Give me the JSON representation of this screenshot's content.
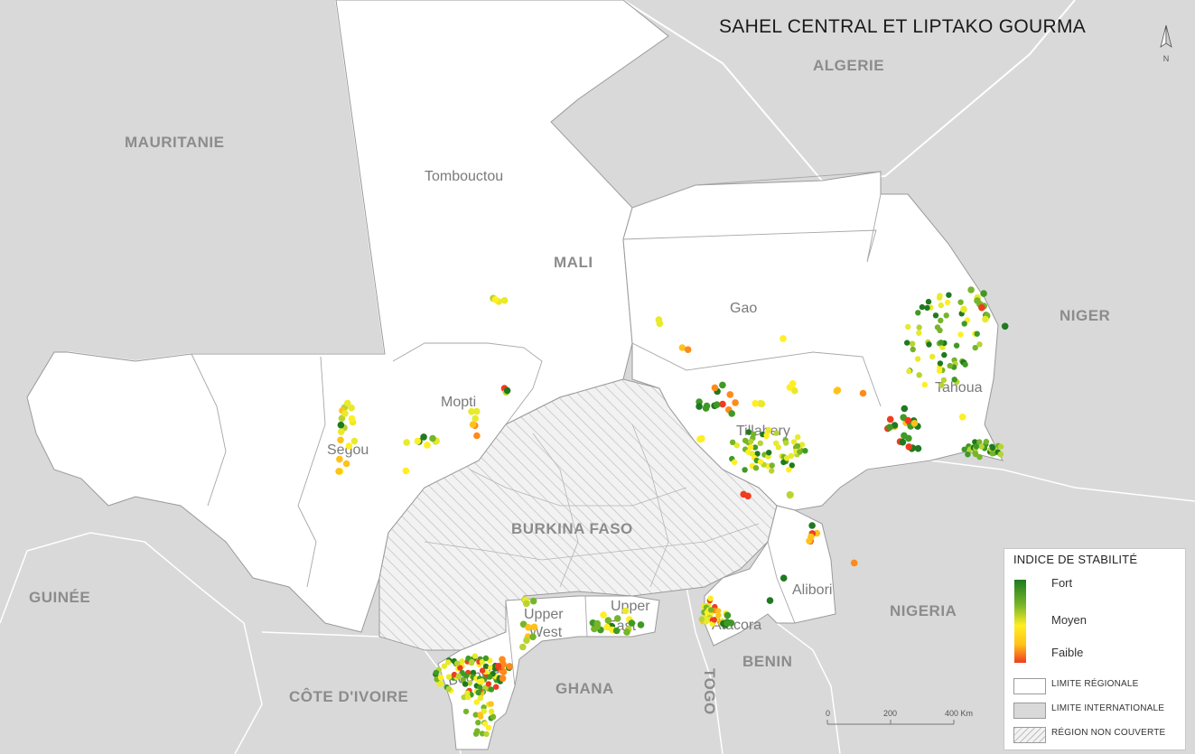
{
  "title": "SAHEL CENTRAL ET LIPTAKO GOURMA",
  "north_label": "N",
  "countries": {
    "mauritanie": "MAURITANIE",
    "algerie": "ALGERIE",
    "mali": "MALI",
    "niger": "NIGER",
    "burkina": "BURKINA FASO",
    "guinee": "GUINÉE",
    "cote_ivoire": "CÔTE D'IVOIRE",
    "ghana": "GHANA",
    "togo": "TOGO",
    "benin": "BENIN",
    "nigeria": "NIGERIA"
  },
  "regions": {
    "tombouctou": "Tombouctou",
    "gao": "Gao",
    "mopti": "Mopti",
    "segou": "Segou",
    "tillabery": "Tillabery",
    "tahoua": "Tahoua",
    "alibori": "Alibori",
    "atacora": "Atacora",
    "upper_west_1": "Upper",
    "upper_west_2": "West",
    "upper_east_1": "Upper",
    "upper_east_2": "East",
    "boukle": "Bounkle"
  },
  "legend": {
    "title": "INDICE DE STABILITÉ",
    "high": "Fort",
    "mid": "Moyen",
    "low": "Faible",
    "regional": "LIMITE RÉGIONALE",
    "international": "LIMITE INTERNATIONALE",
    "uncovered": "RÉGION NON COUVERTE",
    "colors": {
      "high": "#1f7a1f",
      "mid": "#ffee22",
      "low": "#f03c1e"
    }
  },
  "scale": {
    "ticks": [
      "0",
      "200",
      "400 Km"
    ]
  }
}
